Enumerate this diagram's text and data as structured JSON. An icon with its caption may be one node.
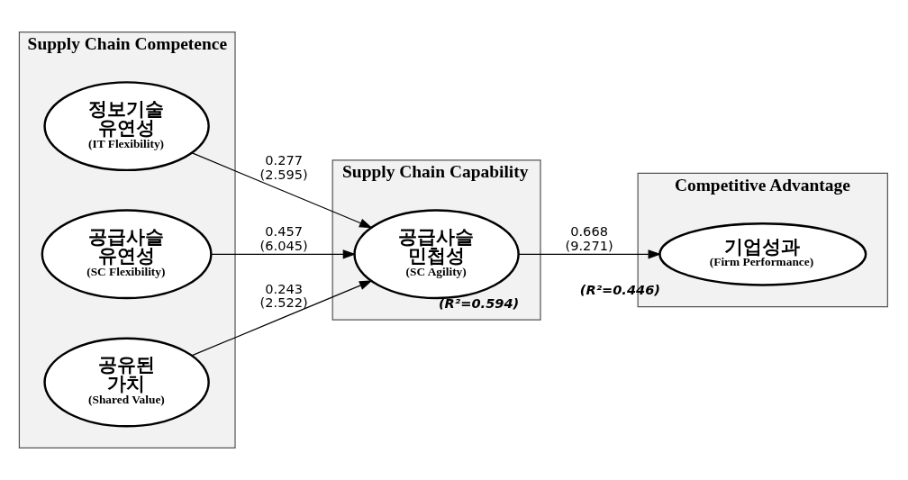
{
  "diagram": {
    "nodes": [
      {
        "text": [
          "Supply Chain Competence"
        ]
      },
      {
        "text": [
          "정보기술 유연성",
          "(IT Flexibility)"
        ],
        "in": 0
      },
      {
        "text": [
          "공급사슬 유연성",
          "(SC Flexibility)"
        ],
        "in": 0
      },
      {
        "text": [
          "공유된 가치",
          "(Shared Value)"
        ],
        "in": 0
      },
      {
        "text": [
          "Supply Chain Capability"
        ]
      },
      {
        "text": [
          "공급사슬 민첩성",
          "(SC Agility)"
        ],
        "in": 4,
        "beside": [
          "(R²=0.594)"
        ]
      },
      {
        "text": [
          "Competitive Advantage"
        ]
      },
      {
        "text": [
          "기업성과",
          "(Firm Performance)"
        ],
        "in": 6,
        "beside": [
          "(R²=0.446)"
        ]
      }
    ],
    "edges": [
      {
        "from": 1,
        "to": 5,
        "arrow": "to",
        "label": "0.277 (2.595)"
      },
      {
        "from": 2,
        "to": 5,
        "arrow": "to",
        "label": "0.457 (6.045)"
      },
      {
        "from": 3,
        "to": 5,
        "arrow": "to",
        "label": "0.243 (2.522)"
      },
      {
        "from": 5,
        "to": 7,
        "arrow": "to",
        "label": "0.668 (9.271)"
      }
    ]
  }
}
